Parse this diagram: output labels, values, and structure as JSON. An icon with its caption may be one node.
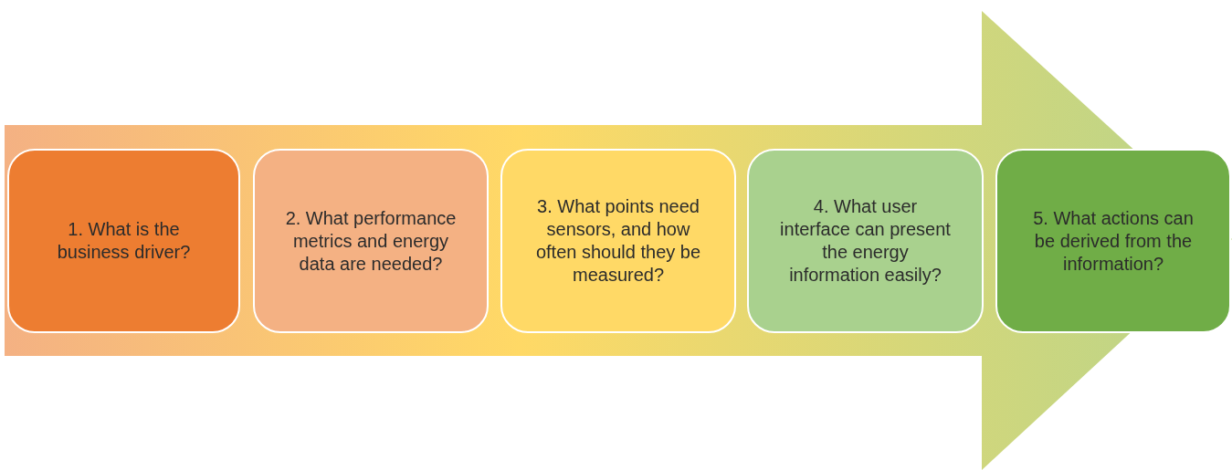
{
  "diagram": {
    "nodes": [
      {
        "text": [
          "1. What is the business driver?"
        ]
      },
      {
        "text": [
          "2. What performance metrics and energy data are needed?"
        ]
      },
      {
        "text": [
          "3. What points need sensors, and how often should they be measured?"
        ]
      },
      {
        "text": [
          "4. What user interface can present the energy information easily?"
        ]
      },
      {
        "text": [
          "5. What actions can be derived from the information?"
        ]
      }
    ],
    "edges": [
      {
        "from": 0,
        "to": 4,
        "arrow": "to"
      }
    ]
  }
}
